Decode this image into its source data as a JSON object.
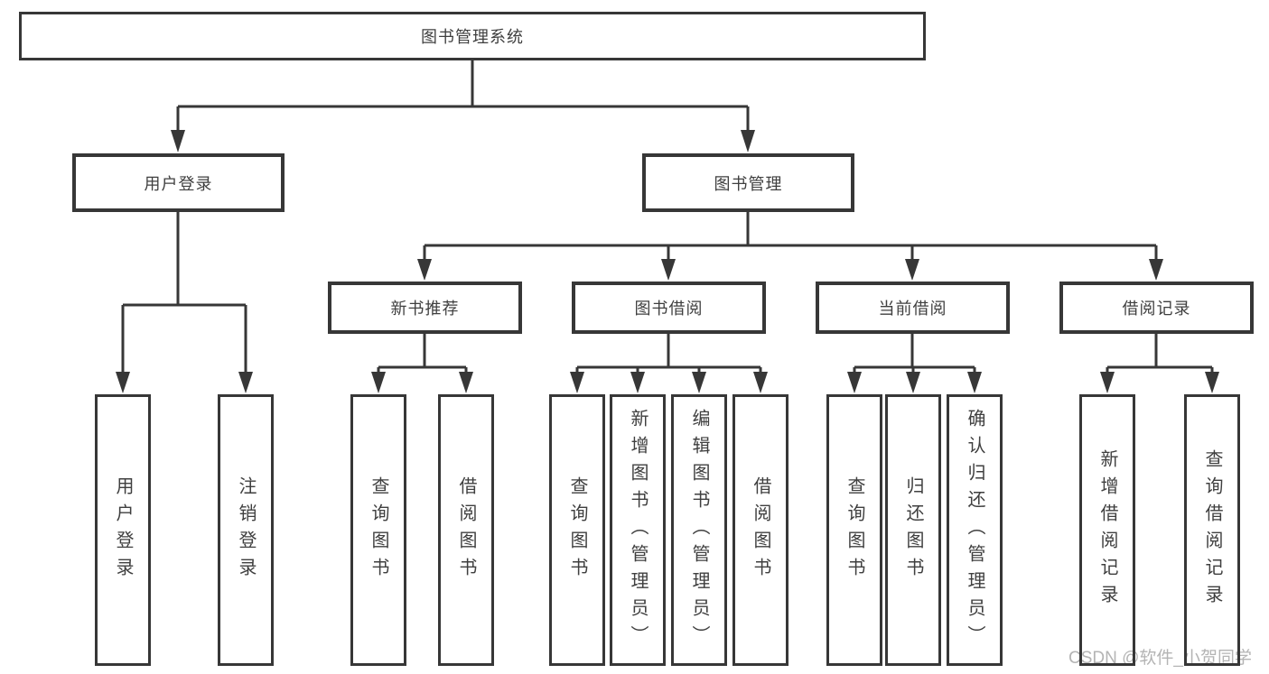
{
  "diagram_title": "图书管理系统",
  "nodes": {
    "root": {
      "label": "图书管理系统"
    },
    "user_login": {
      "label": "用户登录"
    },
    "book_mgmt": {
      "label": "图书管理"
    },
    "new_rec": {
      "label": "新书推荐"
    },
    "borrow": {
      "label": "图书借阅"
    },
    "current": {
      "label": "当前借阅"
    },
    "records": {
      "label": "借阅记录"
    },
    "leaf_login": {
      "label": "用户登录"
    },
    "leaf_logout": {
      "label": "注销登录"
    },
    "leaf_rec_query": {
      "label": "查询图书"
    },
    "leaf_rec_borrow": {
      "label": "借阅图书"
    },
    "leaf_bor_query": {
      "label": "查询图书"
    },
    "leaf_bor_add": {
      "label": "新增图书（管理员）"
    },
    "leaf_bor_edit": {
      "label": "编辑图书（管理员）"
    },
    "leaf_bor_borrow": {
      "label": "借阅图书"
    },
    "leaf_cur_query": {
      "label": "查询图书"
    },
    "leaf_cur_return": {
      "label": "归还图书"
    },
    "leaf_cur_confirm": {
      "label": "确认归还（管理员）"
    },
    "leaf_recd_add": {
      "label": "新增借阅记录"
    },
    "leaf_recd_query": {
      "label": "查询借阅记录"
    }
  },
  "watermark": "CSDN @软件_小贺同学",
  "colors": {
    "line": "#373737",
    "text": "#3f3f3f",
    "watermark": "#b4b4b4",
    "background": "#ffffff"
  }
}
